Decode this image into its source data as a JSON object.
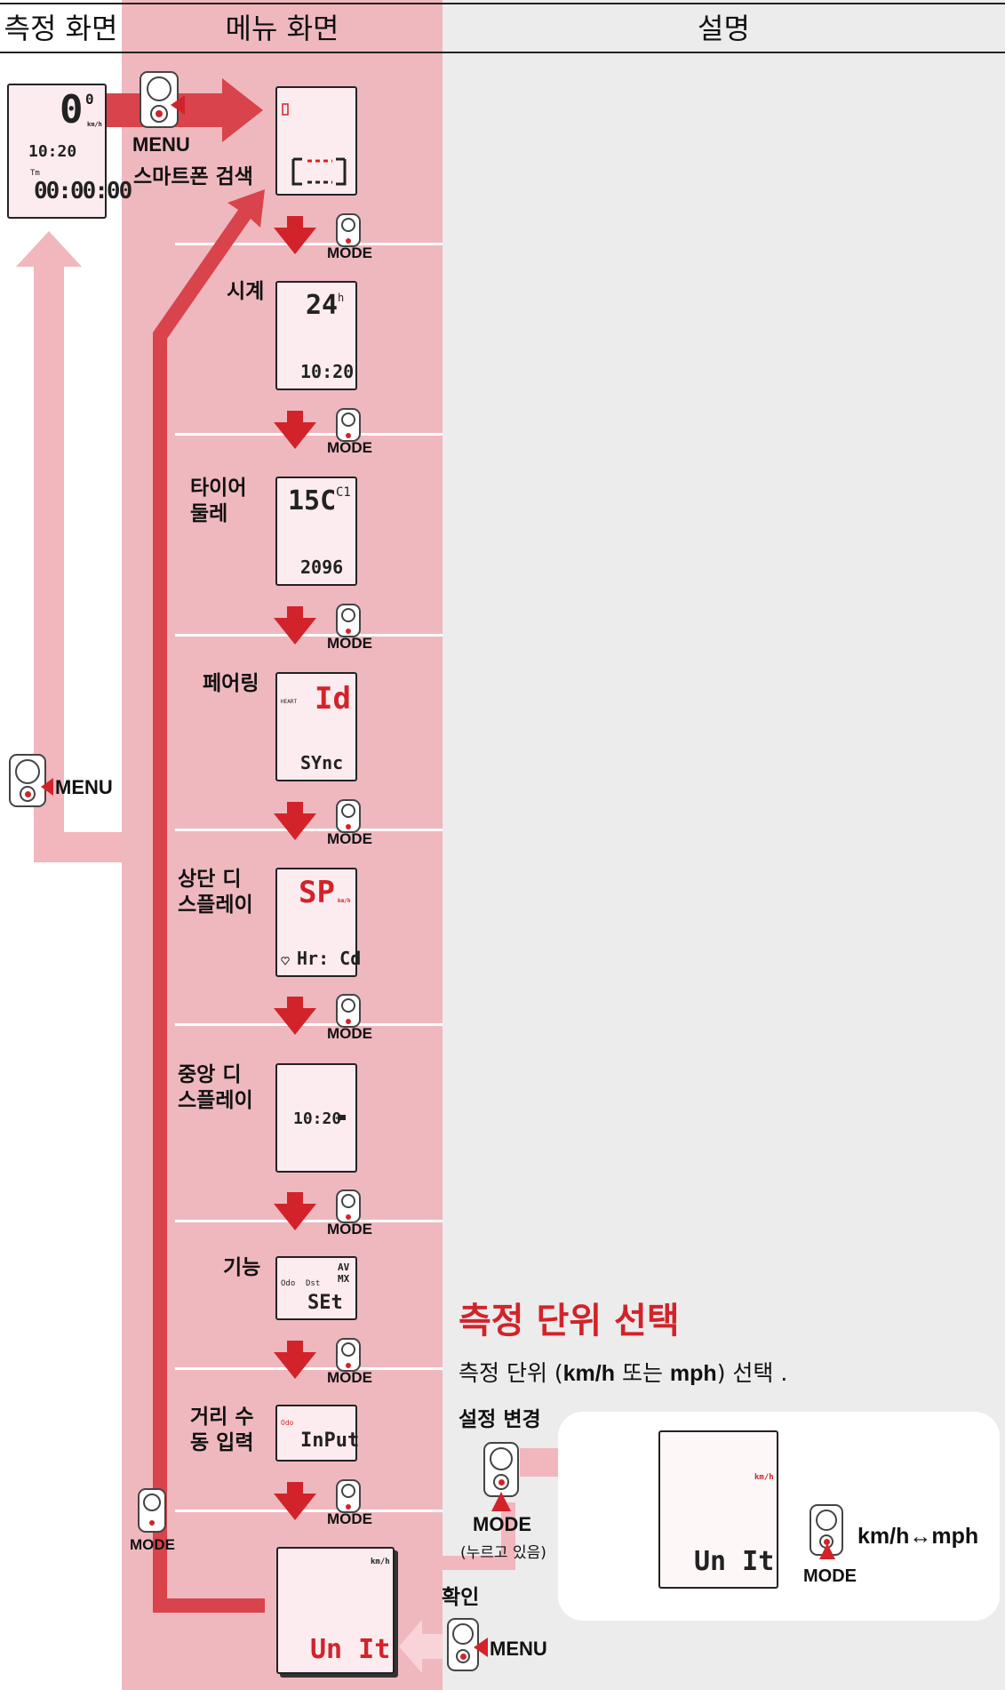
{
  "headers": {
    "measure": "측정 화면",
    "menu": "메뉴 화면",
    "desc": "설명"
  },
  "measure_screen": {
    "speed": "0",
    "speed_decimal": "0",
    "speed_unit": "km/h",
    "clock": "10:20",
    "tm_label": "Tm",
    "elapsed": "00:00:00"
  },
  "buttons": {
    "menu": "MENU",
    "mode": "MODE"
  },
  "steps": [
    {
      "label": "스마트폰 검색"
    },
    {
      "label": "시계",
      "display_top": "24",
      "display_top_suffix": "h",
      "display_bottom": "10:20"
    },
    {
      "label": "타이어\n둘레",
      "display_top": "15C",
      "display_top_side": "C1",
      "display_bottom": "2096"
    },
    {
      "label": "페어링",
      "display_top": "Id",
      "display_side": "HEART",
      "display_bottom": "SYnc"
    },
    {
      "label": "상단 디\n스플레이",
      "display_top": "SP",
      "display_top_unit": "km/h",
      "display_bottom": "Hr: Cd"
    },
    {
      "label": "중앙 디\n스플레이",
      "display_mid": "10:20"
    },
    {
      "label": "기능",
      "display_odo": "Odo",
      "display_dst": "Dst",
      "display_av": "AV",
      "display_mx": "MX",
      "display_bottom": "SEt"
    },
    {
      "label": "거리 수\n동 입력",
      "display_odo": "Odo",
      "display_bottom": "InPut"
    }
  ],
  "unit_screen": {
    "unit": "km/h",
    "text": "Un It"
  },
  "description": {
    "title": "측정 단위 선택",
    "body_prefix": "측정 단위 (",
    "body_kmh": "km/h",
    "body_or": " 또는 ",
    "body_mph": "mph",
    "body_suffix": ") 선택 .",
    "change_label": "설정 변경",
    "hold_label": "(누르고 있음)",
    "confirm_label": "확인",
    "toggle_label": "km/h↔mph"
  },
  "colors": {
    "accent": "#d2232a",
    "menu_column": "#efb8bf",
    "arrow_light": "#f2b6bd"
  }
}
